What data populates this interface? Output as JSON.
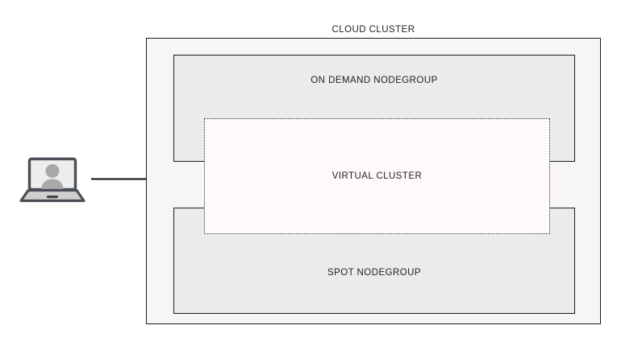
{
  "diagram": {
    "title_text": "CLOUD CLUSTER",
    "type": "architecture-diagram",
    "background_color": "#ffffff",
    "outer": {
      "label": "CLOUD CLUSTER",
      "fill": "#f7f6f4",
      "stroke": "#1d1d1d",
      "border_style": "solid"
    },
    "nodegroups": [
      {
        "label": "ON DEMAND NODEGROUP",
        "position": "top",
        "fill": "#ebebea",
        "stroke": "#1d1d1d",
        "border_style": "solid"
      },
      {
        "label": "SPOT NODEGROUP",
        "position": "bottom",
        "fill": "#ebebea",
        "stroke": "#1d1d1d",
        "border_style": "solid"
      }
    ],
    "virtual_cluster": {
      "label": "VIRTUAL CLUSTER",
      "fill": "#fefafa",
      "stroke": "#2b2b2b",
      "border_style": "dotted"
    },
    "client": {
      "icon": "laptop-user-icon",
      "label": "",
      "screen_fill": "#eeeeee",
      "body_fill": "#cfcfcf",
      "outline": "#4a4f55",
      "person_fill": "#a8a8a8"
    },
    "connector": {
      "icon": "arrow-right-icon",
      "label": "",
      "stroke": "#0b0b0b",
      "direction": "left-to-right"
    }
  }
}
